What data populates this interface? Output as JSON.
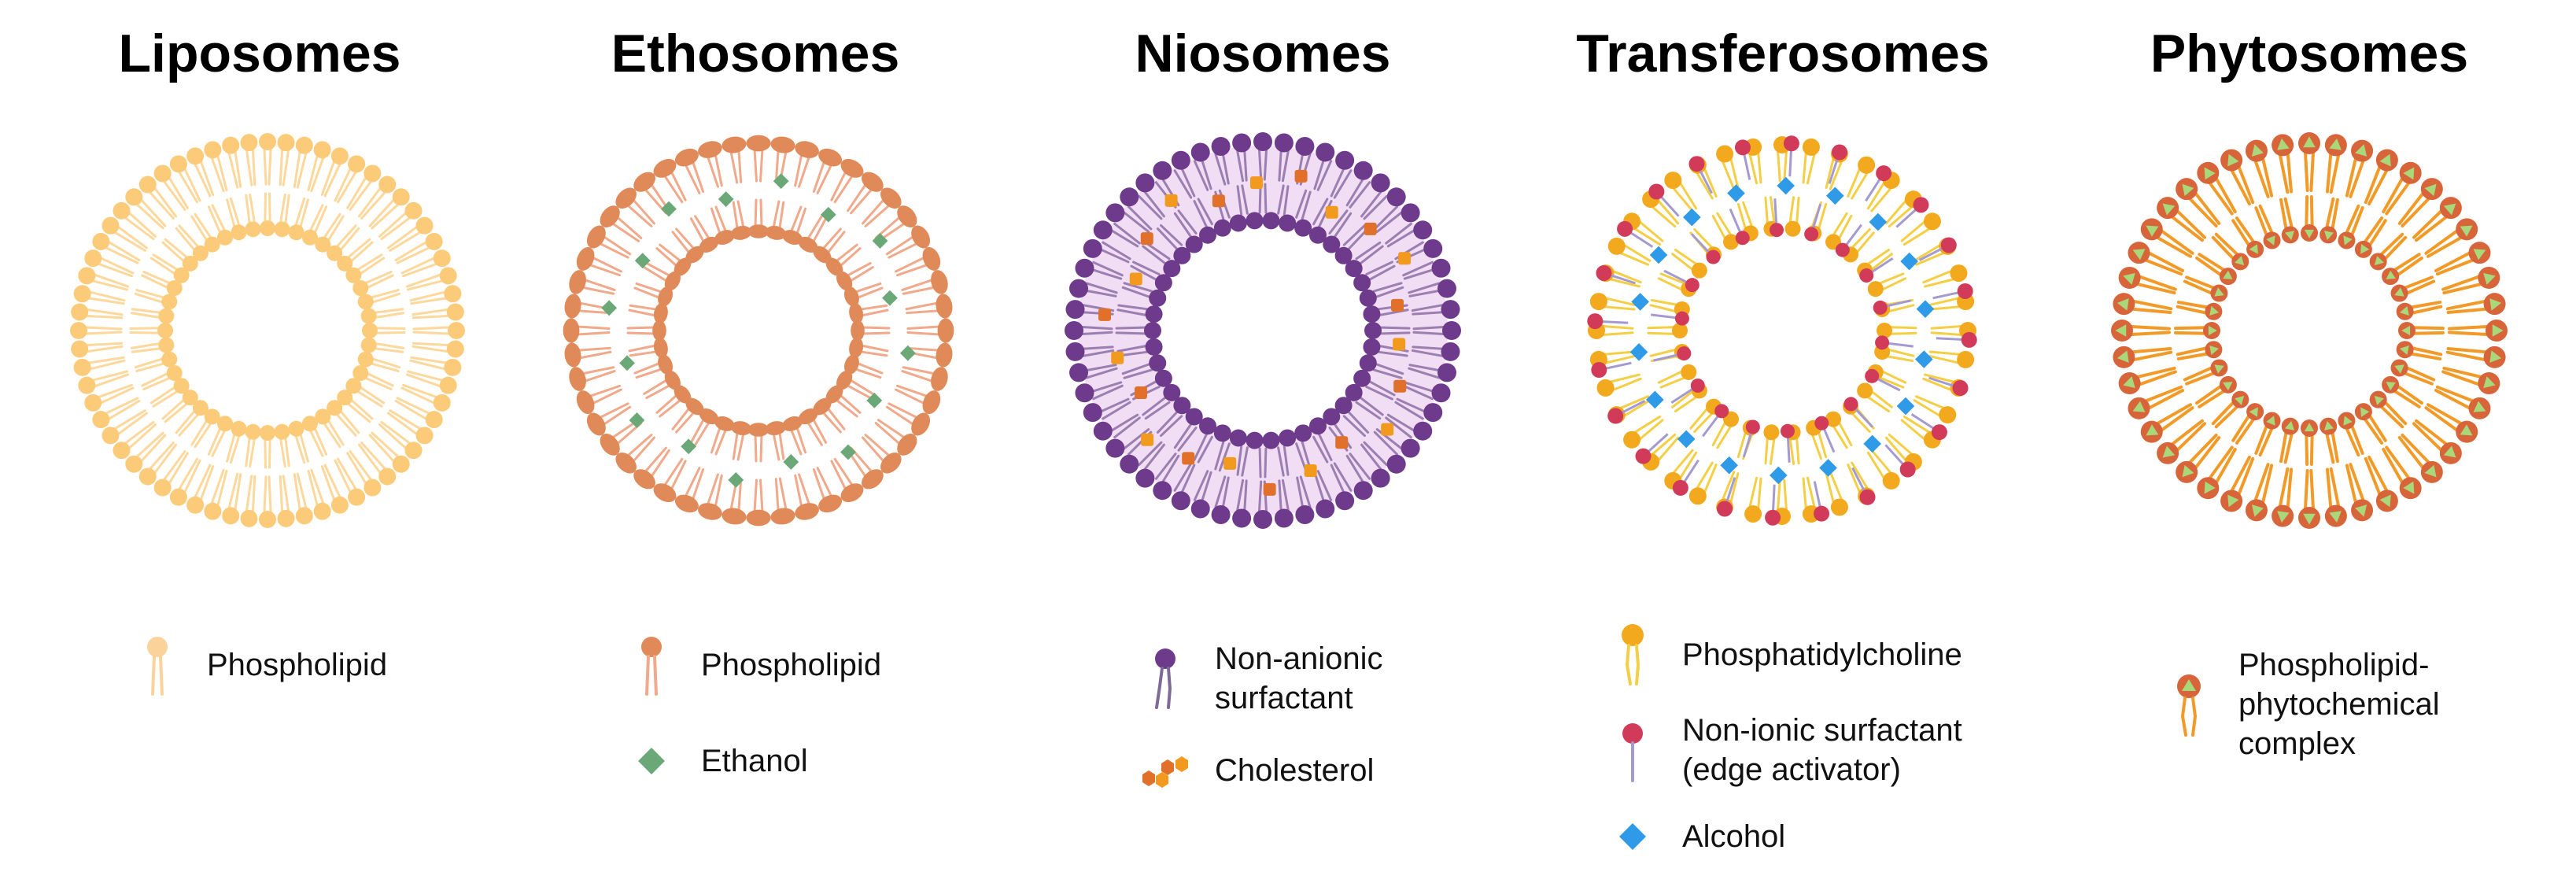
{
  "panels": [
    {
      "id": "liposomes",
      "title": "Liposomes",
      "colors": {
        "head": "#FBCB7A",
        "tail": "#FCD89C"
      },
      "legend": [
        {
          "icon": "phospholipid-icon",
          "label": "Phospholipid"
        }
      ]
    },
    {
      "id": "ethosomes",
      "title": "Ethosomes",
      "colors": {
        "head": "#E08A5A",
        "tail": "#F0A98A",
        "ethanol": "#6BA878"
      },
      "legend": [
        {
          "icon": "phospholipid-icon",
          "label": "Phospholipid"
        },
        {
          "icon": "ethanol-diamond-icon",
          "label": "Ethanol"
        }
      ]
    },
    {
      "id": "niosomes",
      "title": "Niosomes",
      "colors": {
        "head": "#6E3A8C",
        "tail": "#9A7FB0",
        "fill": "#F1DDF4",
        "chol1": "#F29A1E",
        "chol2": "#E0702A"
      },
      "legend": [
        {
          "icon": "surfactant-icon",
          "label": "Non-anionic\nsurfactant"
        },
        {
          "icon": "cholesterol-icon",
          "label": "Cholesterol"
        }
      ]
    },
    {
      "id": "transferosomes",
      "title": "Transferosomes",
      "colors": {
        "head": "#F2A91D",
        "tail": "#F4CF45",
        "edge": "#D23A5A",
        "edgeTail": "#A59AD0",
        "alcohol": "#2E9AE8"
      },
      "legend": [
        {
          "icon": "phosphatidylcholine-icon",
          "label": "Phosphatidylcholine"
        },
        {
          "icon": "edge-activator-icon",
          "label": "Non-ionic surfactant\n(edge activator)"
        },
        {
          "icon": "alcohol-diamond-icon",
          "label": "Alcohol"
        }
      ]
    },
    {
      "id": "phytosomes",
      "title": "Phytosomes",
      "colors": {
        "head": "#D8643A",
        "tail": "#F29A28",
        "tri": "#A8D87A"
      },
      "legend": [
        {
          "icon": "complex-icon",
          "label": "Phospholipid-\nphytochemical\ncomplex"
        }
      ]
    }
  ]
}
